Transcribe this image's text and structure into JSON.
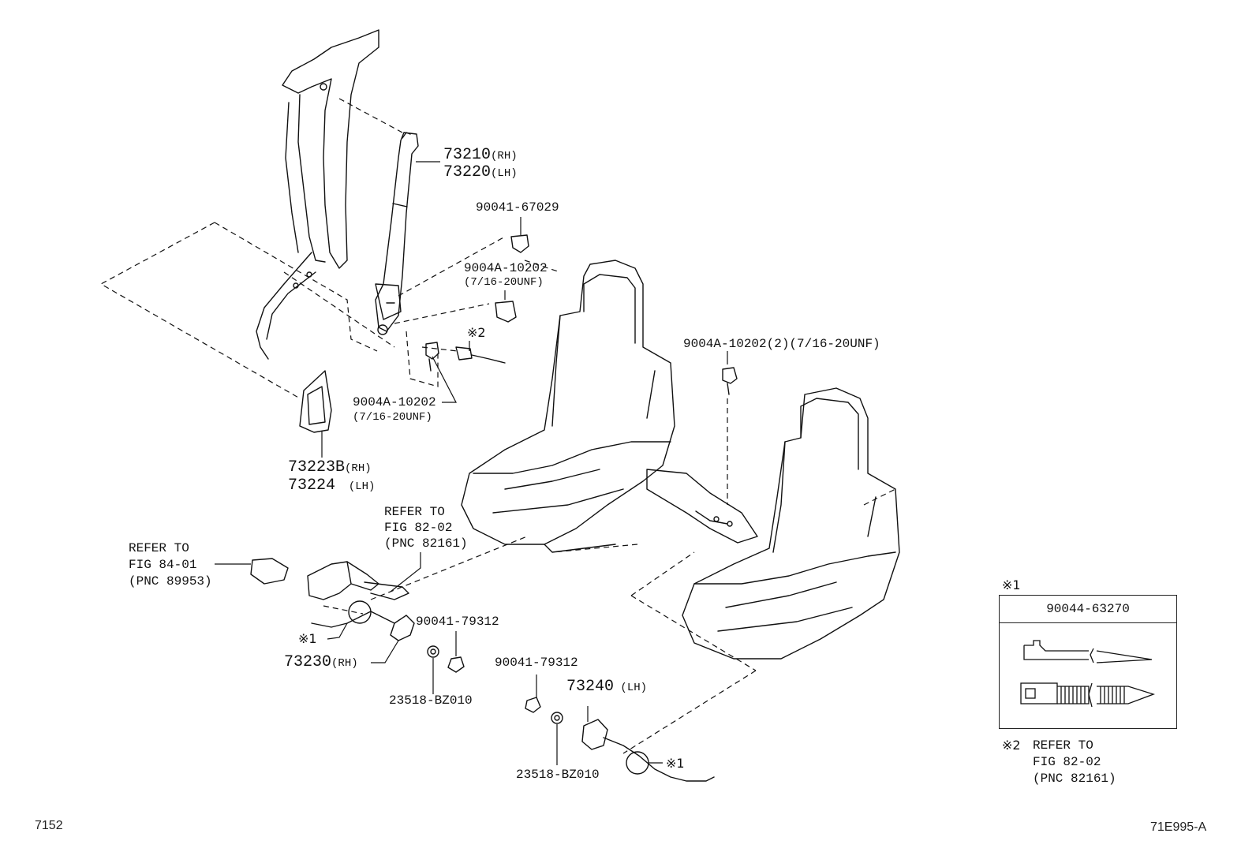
{
  "parts": {
    "retractor": {
      "pn_rh": "73210",
      "sfx_rh": "(RH)",
      "pn_lh": "73220",
      "sfx_lh": "(LH)"
    },
    "bolt_top": "90041-67029",
    "bolt_anchor": {
      "pn": "9004A-10202",
      "spec": "(7/16-20UNF)"
    },
    "note2_mark": "※2",
    "bolt_lower": {
      "pn": "9004A-10202",
      "spec": "(7/16-20UNF)"
    },
    "bolt_seat": "9004A-10202(2)(7/16-20UNF)",
    "cover": {
      "pn_rh": "73223B",
      "sfx_rh": "(RH)",
      "pn_lh": "73224",
      "sfx_lh": "(LH)"
    },
    "refer_82_02": {
      "line1": "REFER TO",
      "line2": "FIG 82-02",
      "line3": "(PNC 82161)"
    },
    "refer_84_01": {
      "line1": "REFER TO",
      "line2": "FIG 84-01",
      "line3": "(PNC 89953)"
    },
    "nut_rh": "90041-79312",
    "note1_mark_rh": "※1",
    "buckle_rh": {
      "pn": "73230",
      "sfx": "(RH)"
    },
    "washer_rh": "23518-BZ010",
    "nut_lh": "90041-79312",
    "buckle_lh": {
      "pn": "73240",
      "sfx": "(LH)"
    },
    "washer_lh": "23518-BZ010",
    "note1_mark_lh": "※1"
  },
  "inset": {
    "mark": "※1",
    "part_number": "90044-63270"
  },
  "note2": {
    "mark": "※2",
    "line1": "REFER TO",
    "line2": "FIG 82-02",
    "line3": "(PNC 82161)"
  },
  "footer": {
    "left": "7152",
    "right": "71E995-A"
  }
}
